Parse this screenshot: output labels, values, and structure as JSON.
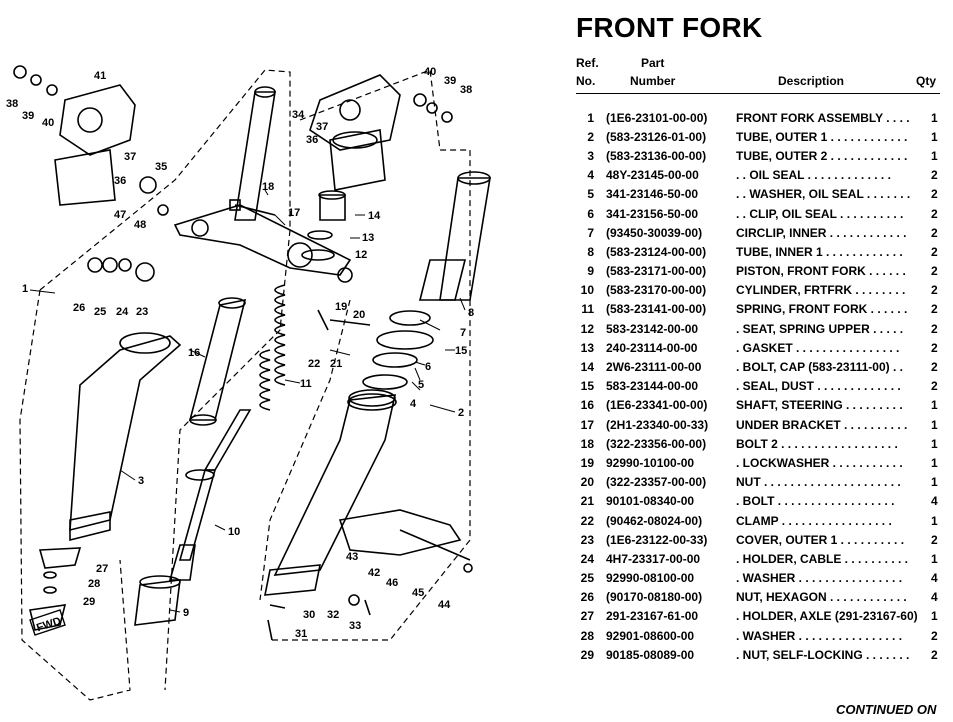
{
  "title": "FRONT FORK",
  "header": {
    "ref_line1": "Ref.",
    "ref_line2": "No.",
    "part_line1": "Part",
    "part_line2": "Number",
    "description": "Description",
    "qty": "Qty"
  },
  "parts": [
    {
      "ref": "1",
      "part": "(1E6-23101-00-00)",
      "desc": "FRONT FORK ASSEMBLY . . . .",
      "qty": "1"
    },
    {
      "ref": "2",
      "part": "(583-23126-01-00)",
      "desc": "TUBE, OUTER 1 . . . . . . . . . . . .",
      "qty": "1"
    },
    {
      "ref": "3",
      "part": "(583-23136-00-00)",
      "desc": "TUBE, OUTER 2 . . . . . . . . . . . .",
      "qty": "1"
    },
    {
      "ref": "4",
      "part": "48Y-23145-00-00",
      "desc": ". . OIL SEAL . . . . . . . . . . . . .",
      "qty": "2"
    },
    {
      "ref": "5",
      "part": "341-23146-50-00",
      "desc": ". . WASHER, OIL SEAL . . . . . . .",
      "qty": "2"
    },
    {
      "ref": "6",
      "part": "341-23156-50-00",
      "desc": ". . CLIP, OIL SEAL . . . . . . . . . .",
      "qty": "2"
    },
    {
      "ref": "7",
      "part": "(93450-30039-00)",
      "desc": "CIRCLIP, INNER . . . . . . . . . . . .",
      "qty": "2"
    },
    {
      "ref": "8",
      "part": "(583-23124-00-00)",
      "desc": "TUBE, INNER 1 . . . . . . . . . . . .",
      "qty": "2"
    },
    {
      "ref": "9",
      "part": "(583-23171-00-00)",
      "desc": "PISTON, FRONT FORK . . . . . .",
      "qty": "2"
    },
    {
      "ref": "10",
      "part": "(583-23170-00-00)",
      "desc": "CYLINDER, FRTFRK . . . . . . . .",
      "qty": "2"
    },
    {
      "ref": "11",
      "part": "(583-23141-00-00)",
      "desc": "SPRING, FRONT FORK . . . . . .",
      "qty": "2"
    },
    {
      "ref": "12",
      "part": "583-23142-00-00",
      "desc": ". SEAT, SPRING UPPER . . . . .",
      "qty": "2"
    },
    {
      "ref": "13",
      "part": "240-23114-00-00",
      "desc": ". GASKET . . . . . . . . . . . . . . . .",
      "qty": "2"
    },
    {
      "ref": "14",
      "part": "2W6-23111-00-00",
      "desc": ". BOLT, CAP (583-23111-00) . .",
      "qty": "2"
    },
    {
      "ref": "15",
      "part": "583-23144-00-00",
      "desc": ". SEAL, DUST . . . . . . . . . . . . .",
      "qty": "2"
    },
    {
      "ref": "16",
      "part": "(1E6-23341-00-00)",
      "desc": "SHAFT, STEERING . . . . . . . . .",
      "qty": "1"
    },
    {
      "ref": "17",
      "part": "(2H1-23340-00-33)",
      "desc": "UNDER BRACKET . . . . . . . . . .",
      "qty": "1"
    },
    {
      "ref": "18",
      "part": "(322-23356-00-00)",
      "desc": "BOLT 2 . . . . . . . . . . . . . . . . . .",
      "qty": "1"
    },
    {
      "ref": "19",
      "part": "92990-10100-00",
      "desc": ". LOCKWASHER . . . . . . . . . . .",
      "qty": "1"
    },
    {
      "ref": "20",
      "part": "(322-23357-00-00)",
      "desc": "NUT . . . . . . . . . . . . . . . . . . . . .",
      "qty": "1"
    },
    {
      "ref": "21",
      "part": "90101-08340-00",
      "desc": ". BOLT . . . . . . . . . . . . . . . . . .",
      "qty": "4"
    },
    {
      "ref": "22",
      "part": "(90462-08024-00)",
      "desc": "CLAMP . . . . . . . . . . . . . . . . .",
      "qty": "1"
    },
    {
      "ref": "23",
      "part": "(1E6-23122-00-33)",
      "desc": "COVER, OUTER 1 . . . . . . . . . .",
      "qty": "2"
    },
    {
      "ref": "24",
      "part": "4H7-23317-00-00",
      "desc": ". HOLDER, CABLE . . . . . . . . . .",
      "qty": "1"
    },
    {
      "ref": "25",
      "part": "92990-08100-00",
      "desc": ". WASHER . . . . . . . . . . . . . . . .",
      "qty": "4"
    },
    {
      "ref": "26",
      "part": "(90170-08180-00)",
      "desc": "NUT, HEXAGON . . . . . . . . . . . .",
      "qty": "4"
    },
    {
      "ref": "27",
      "part": "291-23167-61-00",
      "desc": ". HOLDER, AXLE (291-23167-60)",
      "qty": "1"
    },
    {
      "ref": "28",
      "part": "92901-08600-00",
      "desc": ". WASHER . . . . . . . . . . . . . . . .",
      "qty": "2"
    },
    {
      "ref": "29",
      "part": "90185-08089-00",
      "desc": ". NUT, SELF-LOCKING . . . . . . .",
      "qty": "2"
    }
  ],
  "footer": "CONTINUED ON",
  "diagram": {
    "fwd_label": "FWD",
    "callouts": [
      "1",
      "2",
      "3",
      "4",
      "5",
      "6",
      "7",
      "8",
      "9",
      "10",
      "11",
      "12",
      "13",
      "14",
      "15",
      "16",
      "17",
      "18",
      "19",
      "20",
      "21",
      "22",
      "23",
      "24",
      "25",
      "26",
      "27",
      "28",
      "29",
      "30",
      "31",
      "32",
      "33",
      "34",
      "35",
      "36",
      "37",
      "38",
      "39",
      "40",
      "41",
      "42",
      "43",
      "44",
      "45",
      "46",
      "47",
      "48"
    ]
  }
}
